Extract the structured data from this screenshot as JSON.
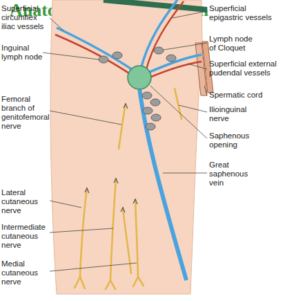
{
  "diagram": {
    "labels": [
      "Superficial circumflex iliac vessels",
      "Inguinal lymph node",
      "Femoral branch of genitofemoral nerve",
      "Lateral cutaneous nerve",
      "Intermediate cutaneous nerve",
      "Medial cutaneous nerve",
      "Superficial epigastric vessels",
      "Lymph node of Cloquet",
      "Superficial external pudendal vessels",
      "Spermatic cord",
      "Ilioinguinal nerve",
      "Saphenous opening",
      "Great saphenous vein",
      "AnatomyStudyGuide.com"
    ]
  }
}
